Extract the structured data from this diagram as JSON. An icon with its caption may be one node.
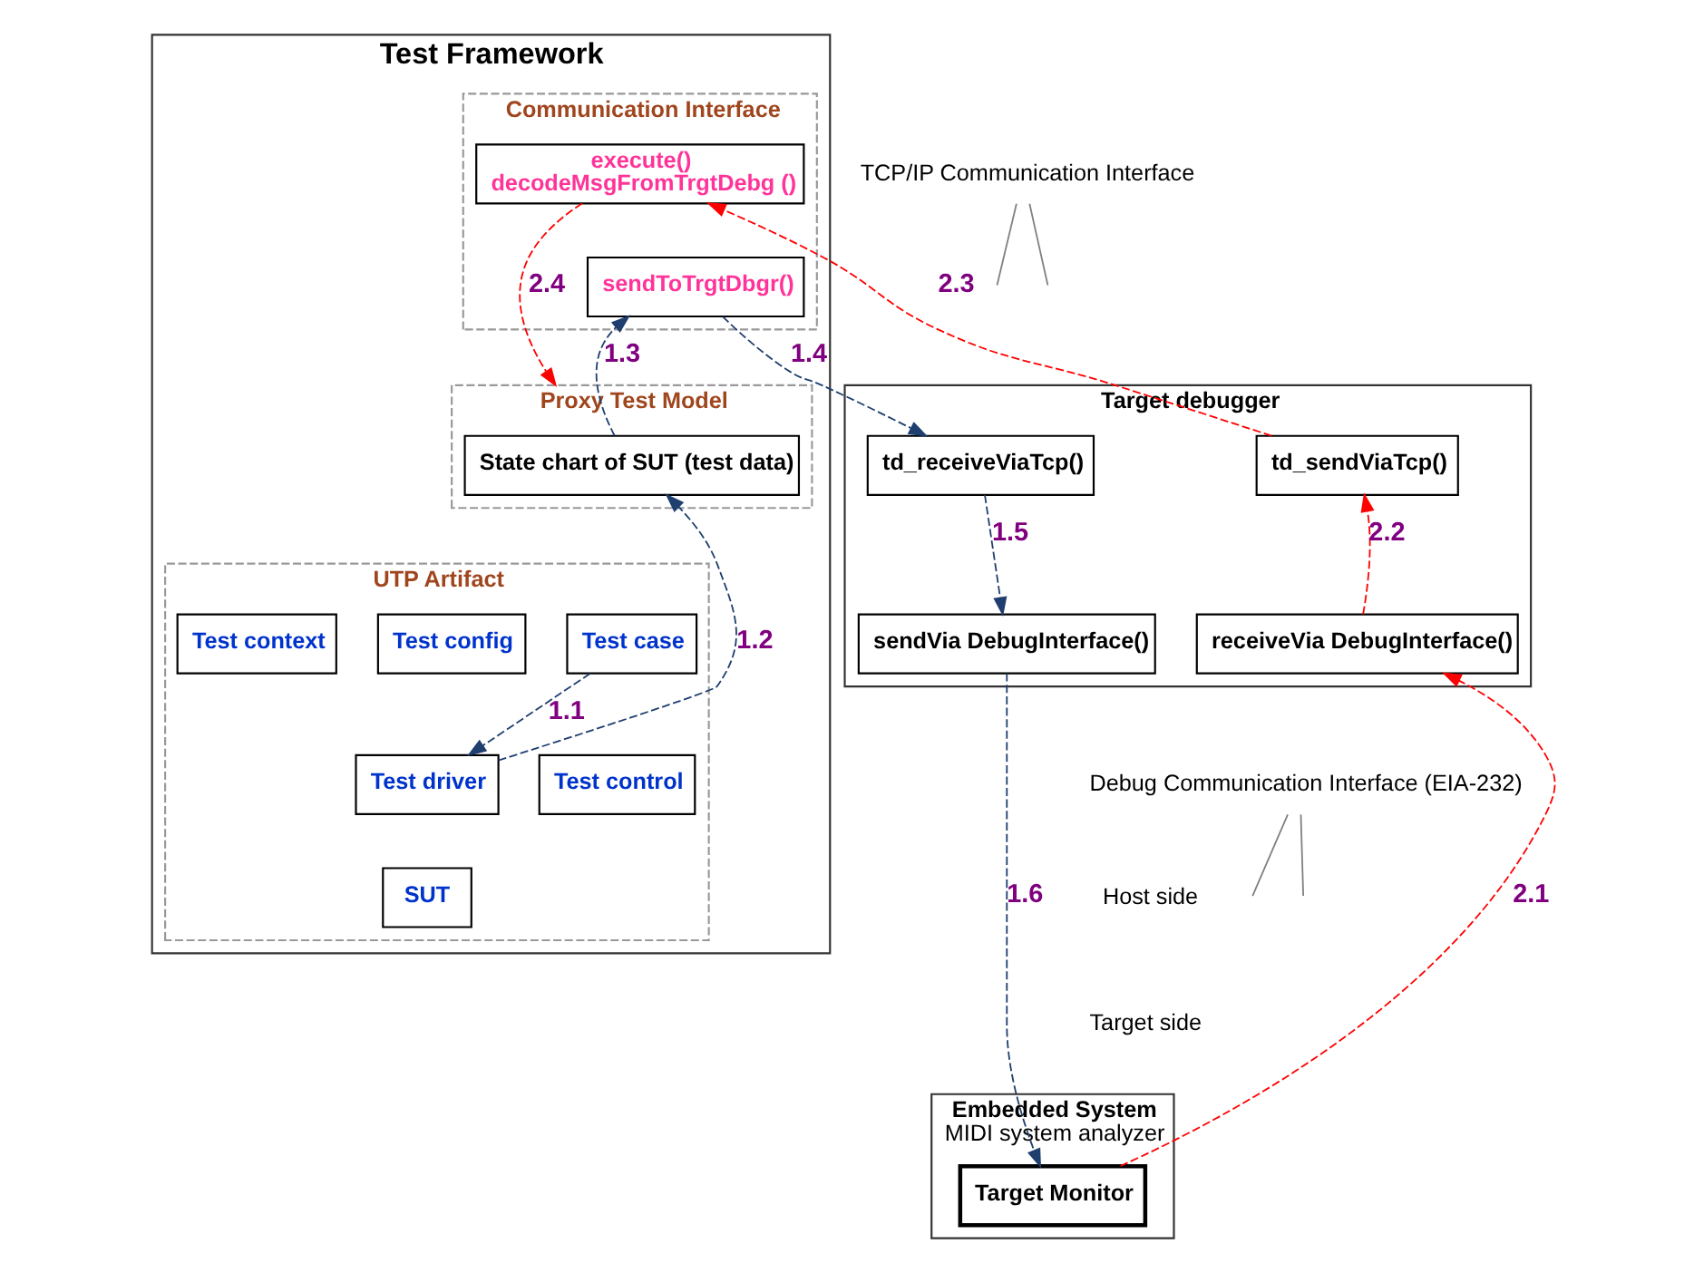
{
  "diagram": {
    "nodes": [
      {
        "text": [
          "Test Framework"
        ]
      },
      {
        "text": [
          "Communication Interface"
        ],
        "in": 0
      },
      {
        "text": [
          "execute()",
          "decodeMsgFromTrgtDebg ()"
        ],
        "in": 1
      },
      {
        "text": [
          "sendToTrgtDbgr()"
        ],
        "in": 1
      },
      {
        "text": [
          "Proxy Test Model"
        ],
        "in": 0
      },
      {
        "text": [
          "State chart of SUT (test data)"
        ],
        "in": 4
      },
      {
        "text": [
          "UTP Artifact"
        ],
        "in": 0
      },
      {
        "text": [
          "Test driver"
        ],
        "in": 6
      },
      {
        "text": [
          "Test case"
        ],
        "in": 6
      },
      {
        "text": [
          "SUT"
        ],
        "in": 6
      },
      {
        "text": [
          "Test control"
        ],
        "in": 6
      },
      {
        "text": [
          "Test config"
        ],
        "in": 6
      },
      {
        "text": [
          "Test context"
        ],
        "in": 6
      },
      {
        "text": [
          "Target debugger"
        ]
      },
      {
        "text": [
          "td_sendViaTcp()"
        ],
        "in": 13
      },
      {
        "text": [
          "td_receiveViaTcp()"
        ],
        "in": 13
      },
      {
        "text": [
          "sendVia DebugInterface()"
        ],
        "in": 13
      },
      {
        "text": [
          "receiveVia DebugInterface()"
        ],
        "in": 13
      },
      {
        "text": [
          "Embedded System",
          "MIDI system analyzer"
        ]
      },
      {
        "text": [
          "Target Monitor"
        ],
        "in": 18
      },
      {
        "text": [
          "TCP/IP Communication Interface"
        ]
      },
      {
        "text": [
          "Debug Communication Interface (EIA-232)"
        ]
      }
    ],
    "edges": [
      {
        "from": 8,
        "to": 7,
        "arrow": "to",
        "label": "1.1",
        "style": "dashed"
      },
      {
        "from": 7,
        "to": 5,
        "arrow": "to",
        "label": "1.2",
        "style": "dashed"
      },
      {
        "from": 5,
        "to": 3,
        "arrow": "to",
        "label": "1.3",
        "style": "dashed"
      },
      {
        "from": 3,
        "to": 15,
        "arrow": "to",
        "label": "1.4",
        "style": "dashed"
      },
      {
        "from": 15,
        "to": 16,
        "arrow": "to",
        "label": "1.5",
        "style": "dashed"
      },
      {
        "from": 16,
        "to": 19,
        "arrow": "to",
        "label": "1.6",
        "style": "dashed"
      },
      {
        "from": 19,
        "to": 17,
        "arrow": "to",
        "label": "2.1",
        "style": "dashed",
        "color": "#ff0000"
      },
      {
        "from": 17,
        "to": 14,
        "arrow": "to",
        "label": "2.2",
        "style": "dashed",
        "color": "#ff0000"
      },
      {
        "from": 14,
        "to": 2,
        "arrow": "to",
        "label": "2.3",
        "style": "dashed",
        "color": "#ff0000"
      },
      {
        "from": 2,
        "to": 4,
        "arrow": "to",
        "label": "2.4",
        "style": "dashed",
        "color": "#ff0000"
      },
      {
        "from": 20,
        "to": null,
        "arrow": "none",
        "color": "#808080"
      },
      {
        "from": 20,
        "to": null,
        "arrow": "none",
        "color": "#808080"
      },
      {
        "from": 21,
        "to": null,
        "arrow": "none",
        "color": "#808080"
      },
      {
        "from": 21,
        "to": null,
        "arrow": "none",
        "color": "#808080"
      }
    ],
    "labels": [
      "Host side",
      "Target side"
    ]
  }
}
